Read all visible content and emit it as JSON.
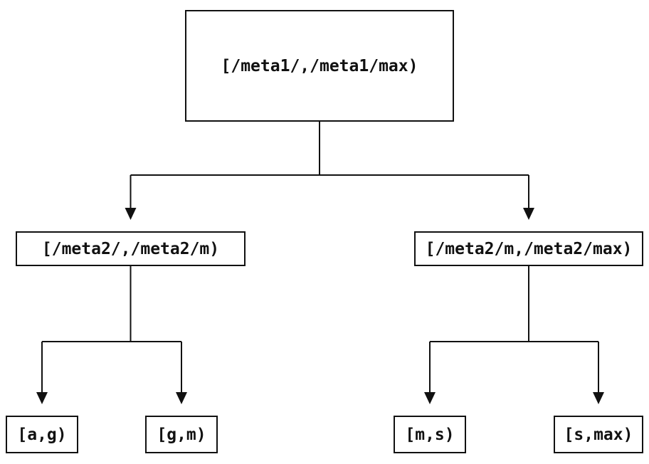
{
  "diagram": {
    "title": "range-partition-tree",
    "colors": {
      "background": "#ffffff",
      "line": "#111111",
      "text": "#111111"
    },
    "nodes": {
      "root": {
        "label": "[/meta1/,/meta1/max)"
      },
      "left": {
        "label": "[/meta2/,/meta2/m)"
      },
      "right": {
        "label": "[/meta2/m,/meta2/max)"
      },
      "leaf_ag": {
        "label": "[a,g)"
      },
      "leaf_gm": {
        "label": "[g,m)"
      },
      "leaf_ms": {
        "label": "[m,s)"
      },
      "leaf_smax": {
        "label": "[s,max)"
      }
    }
  }
}
